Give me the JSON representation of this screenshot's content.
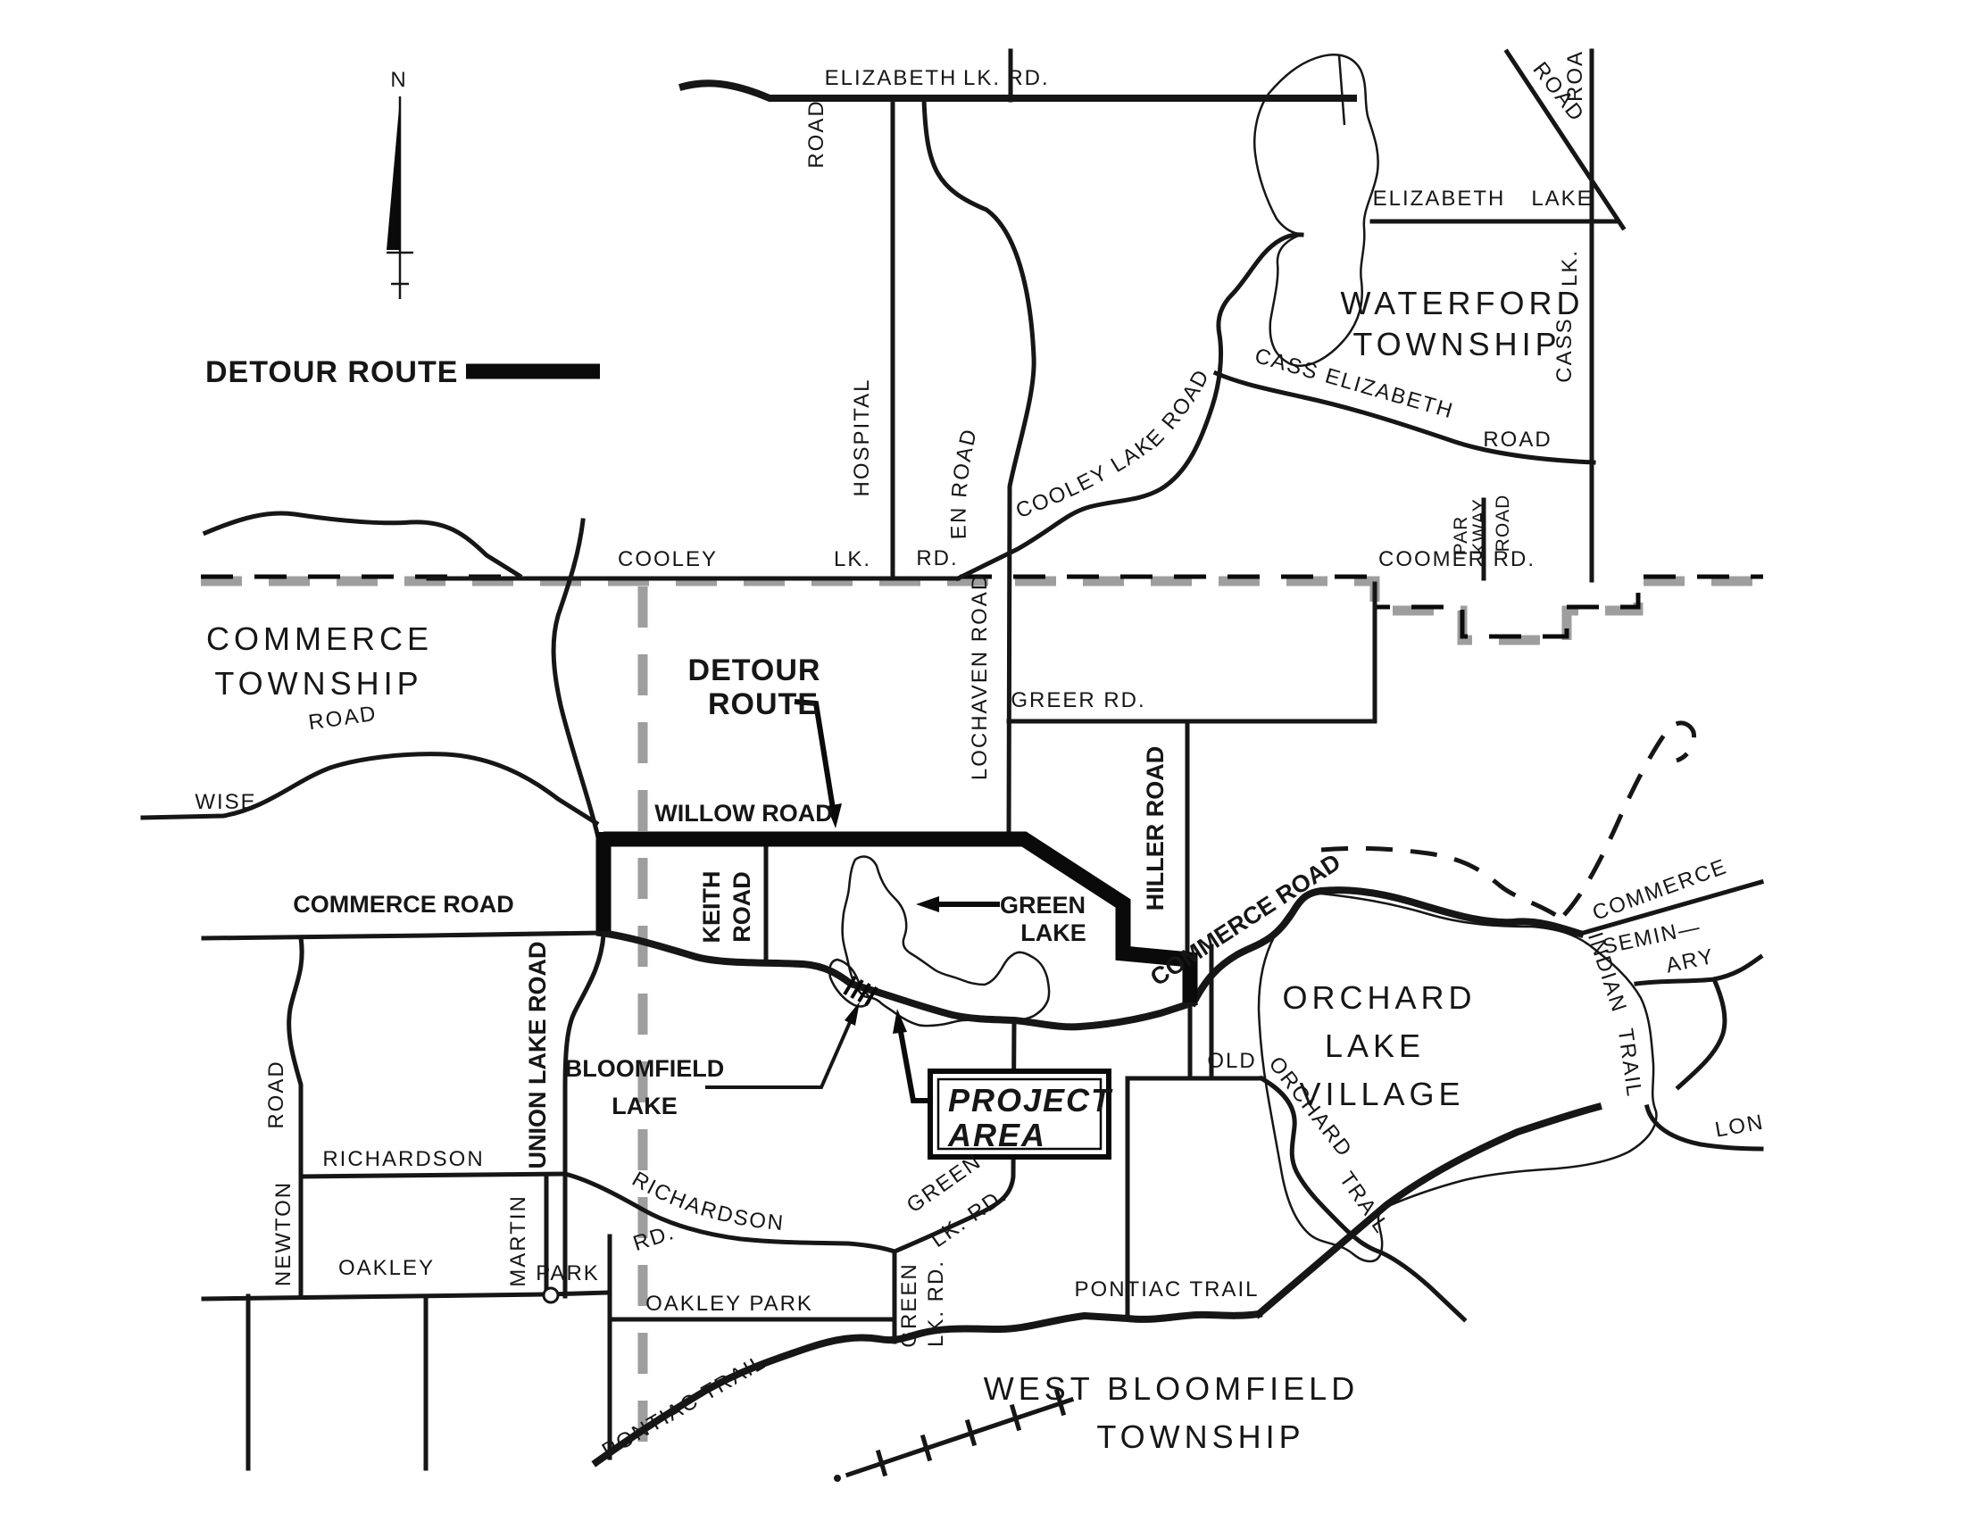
{
  "legend": {
    "north": "N",
    "detour": "DETOUR ROUTE"
  },
  "townships": {
    "waterford": [
      "WATERFORD",
      "TOWNSHIP"
    ],
    "commerce": [
      "COMMERCE",
      "TOWNSHIP"
    ],
    "west_bloomfield": [
      "WEST BLOOMFIELD",
      "TOWNSHIP"
    ],
    "orchard_lake_village": [
      "ORCHARD",
      "LAKE",
      "VILLAGE"
    ]
  },
  "lakes": {
    "green": [
      "GREEN",
      "LAKE"
    ],
    "bloomfield": [
      "BLOOMFIELD",
      "LAKE"
    ],
    "elizabeth": [
      "ELIZABETH",
      "LAKE"
    ]
  },
  "project": {
    "line1": "PROJECT",
    "line2": "AREA"
  },
  "callouts": {
    "detour": [
      "DETOUR",
      "ROUTE"
    ]
  },
  "roads": {
    "elizabeth_lk": {
      "a": "ELIZABETH",
      "b": "LK.",
      "c": "RD."
    },
    "hospital": {
      "name": "HOSPITAL",
      "road": "ROAD"
    },
    "lochaven_n": "LOCHAVEN ROAD",
    "lochaven_s": "LOCHAVEN ROAD",
    "cooley_lk": {
      "a": "COOLEY",
      "b": "LK.",
      "c": "RD."
    },
    "coomer": "COOMER RD.",
    "cooley_lake_road": "COOLEY   LAKE   ROAD",
    "cass_lk": {
      "cass": "CASS",
      "lk": "LK.",
      "roa": "ROA",
      "road": "ROAD"
    },
    "cass_elizabeth": {
      "name": "CASS  ELIZABETH",
      "road": "ROAD"
    },
    "parkway": {
      "a": "PAR",
      "b": "KWAY",
      "c": "ROAD"
    },
    "greer": "GREER  RD.",
    "hiller": "HILLER ROAD",
    "willow": "WILLOW ROAD",
    "keith": [
      "KEITH",
      "ROAD"
    ],
    "union_lake": "UNION LAKE ROAD",
    "commerce_w": "COMMERCE ROAD",
    "commerce_e": "COMMERCE ROAD",
    "commerce_ne": "COMMERCE",
    "seminary": [
      "SEMIN—",
      "ARY"
    ],
    "indian_trail": [
      "INDIAN",
      "TRAIL"
    ],
    "old_orchard": {
      "old": "OLD",
      "orchard": "ORCHARD",
      "trail": "TRAIL"
    },
    "long": "LON",
    "wise": {
      "road": "ROAD",
      "wise": "WISE"
    },
    "richardson_w": "RICHARDSON",
    "richardson_curve": {
      "name": "RICHARDSON",
      "rd": "RD."
    },
    "newton": {
      "newton": "NEWTON",
      "road": "ROAD"
    },
    "martin": "MARTIN",
    "oakley": "OAKLEY",
    "park": "PARK",
    "oakley_park": "OAKLEY PARK",
    "green_lk_diag": [
      "GREEN",
      "LK. RD."
    ],
    "green_lk_s": [
      "GREEN",
      "LK. RD."
    ],
    "pontiac_w": "PONTIAC  TRAIL",
    "pontiac_e": "PONTIAC  TRAIL"
  },
  "colors": {
    "ink": "#161616",
    "boundary_gray": "#9e9e9e",
    "detour": "#0a0a0a"
  }
}
